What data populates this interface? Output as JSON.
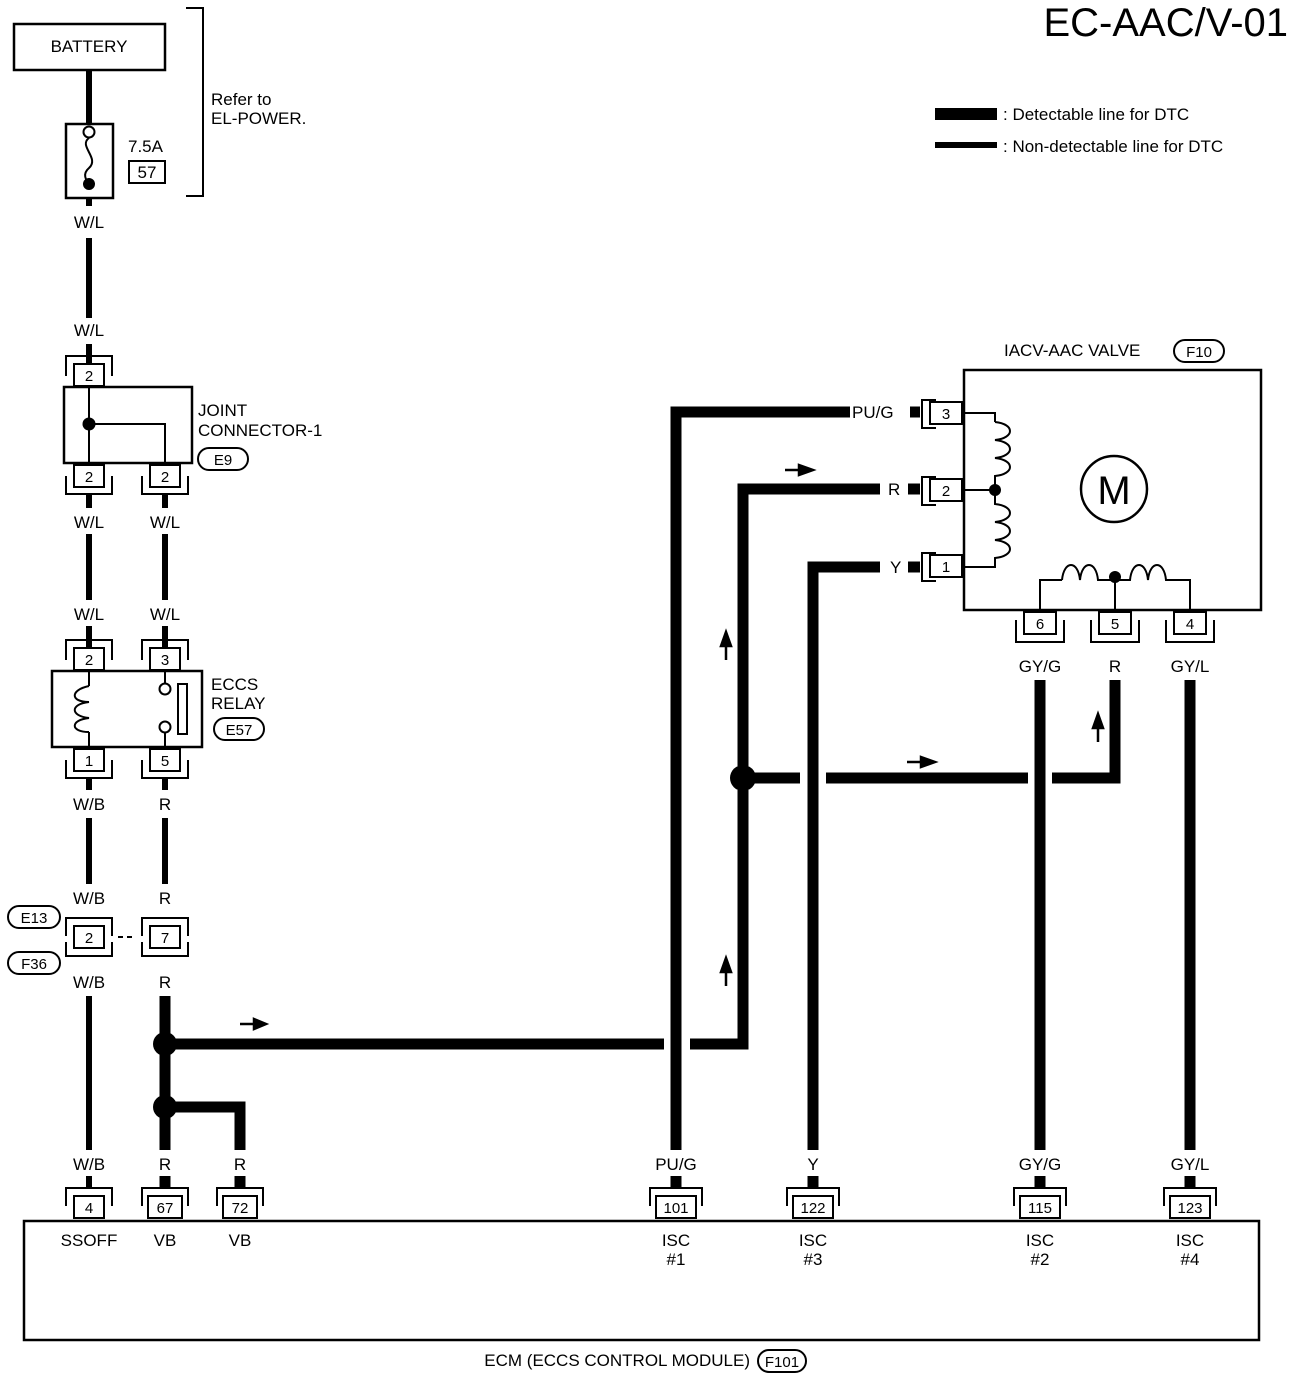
{
  "page_title": "EC-AAC/V-01",
  "legend": {
    "detectable": ": Detectable line for DTC",
    "non_detectable": ": Non-detectable line for DTC"
  },
  "battery": {
    "label": "BATTERY"
  },
  "fuse": {
    "rating": "7.5A",
    "number": "57"
  },
  "refer_note": {
    "line1": "Refer to",
    "line2": "EL-POWER."
  },
  "joint_connector": {
    "line1": "JOINT",
    "line2": "CONNECTOR-1",
    "connector": "E9"
  },
  "eccs_relay": {
    "line1": "ECCS",
    "line2": "RELAY",
    "connector": "E57"
  },
  "harness_connectors": {
    "upper": "E13",
    "lower": "F36"
  },
  "iacv_valve": {
    "label": "IACV-AAC VALVE",
    "connector": "F10",
    "motor": "M"
  },
  "ecm": {
    "label": "ECM (ECCS CONTROL MODULE)",
    "connector": "F101"
  },
  "wire_colors": {
    "wl": "W/L",
    "wb": "W/B",
    "r": "R",
    "pug": "PU/G",
    "y": "Y",
    "gyg": "GY/G",
    "gyl": "GY/L"
  },
  "pins": {
    "jc_top": "2",
    "jc_bottom_left": "2",
    "jc_bottom_right": "2",
    "relay_top_left": "2",
    "relay_top_right": "3",
    "relay_bottom_left": "1",
    "relay_bottom_right": "5",
    "harness_left": "2",
    "harness_right": "7",
    "valve_3": "3",
    "valve_2": "2",
    "valve_1": "1",
    "valve_6": "6",
    "valve_5": "5",
    "valve_4": "4",
    "ecm_4": "4",
    "ecm_67": "67",
    "ecm_72": "72",
    "ecm_101": "101",
    "ecm_122": "122",
    "ecm_115": "115",
    "ecm_123": "123"
  },
  "ecm_terminals": {
    "ssoff": "SSOFF",
    "vb1": "VB",
    "vb2": "VB",
    "isc1_a": "ISC",
    "isc1_b": "#1",
    "isc3_a": "ISC",
    "isc3_b": "#3",
    "isc2_a": "ISC",
    "isc2_b": "#2",
    "isc4_a": "ISC",
    "isc4_b": "#4"
  }
}
